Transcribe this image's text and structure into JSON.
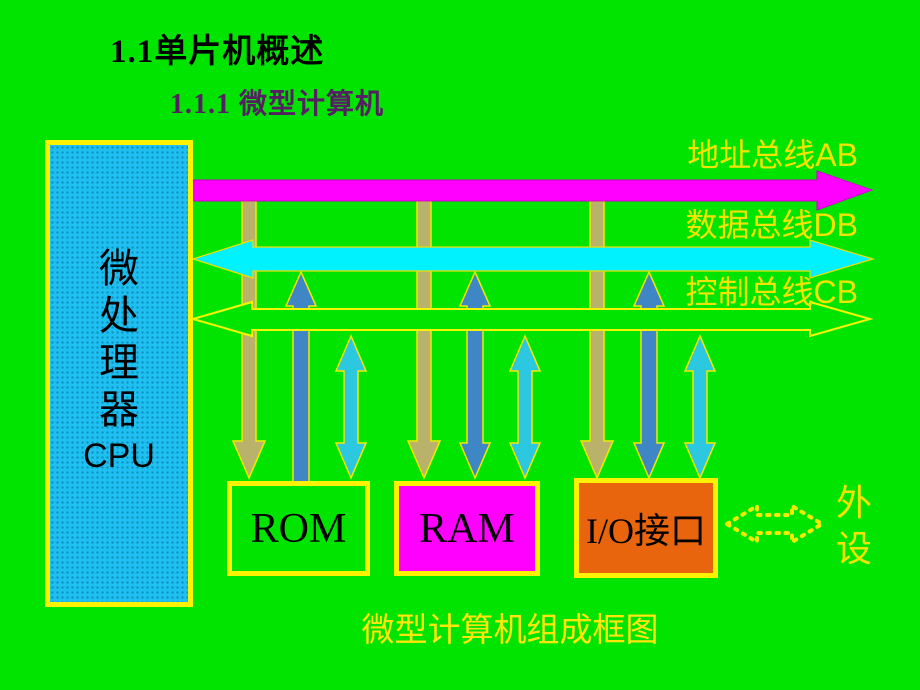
{
  "slide": {
    "title": "1.1单片机概述",
    "subtitle": "1.1.1 微型计算机",
    "caption": "微型计算机组成框图"
  },
  "diagram": {
    "cpu": {
      "lines": [
        "微",
        "处",
        "理",
        "器",
        "CPU"
      ]
    },
    "buses": [
      {
        "id": "address-bus",
        "label": "地址总线AB",
        "color": "#FF00FF",
        "direction": "right"
      },
      {
        "id": "data-bus",
        "label": "数据总线DB",
        "color": "#00F2FF",
        "direction": "both"
      },
      {
        "id": "control-bus",
        "label": "控制总线CB",
        "color": "#00E400",
        "direction": "both"
      }
    ],
    "boxes": [
      {
        "id": "rom",
        "label": "ROM",
        "fill": "#00E400"
      },
      {
        "id": "ram",
        "label": "RAM",
        "fill": "#FF00FF"
      },
      {
        "id": "io",
        "label": "I/O接口",
        "fill": "#E8650D"
      }
    ],
    "peripheral": {
      "lines": [
        "外",
        "设"
      ]
    },
    "colors": {
      "background": "#00E400",
      "border_yellow": "#FFF200",
      "label_yellow": "#F2E300",
      "address_bus": "#FF00FF",
      "data_bus": "#00F2FF",
      "address_vertical_arrow": "#B9B26A",
      "data_vertical_arrow": "#3E87C4",
      "control_vertical_arrow": "#2CC8E0",
      "cpu_fill": "#1EC0F2",
      "io_fill": "#E8650D",
      "subtitle_color": "#571F63",
      "title_color": "#000000"
    }
  }
}
